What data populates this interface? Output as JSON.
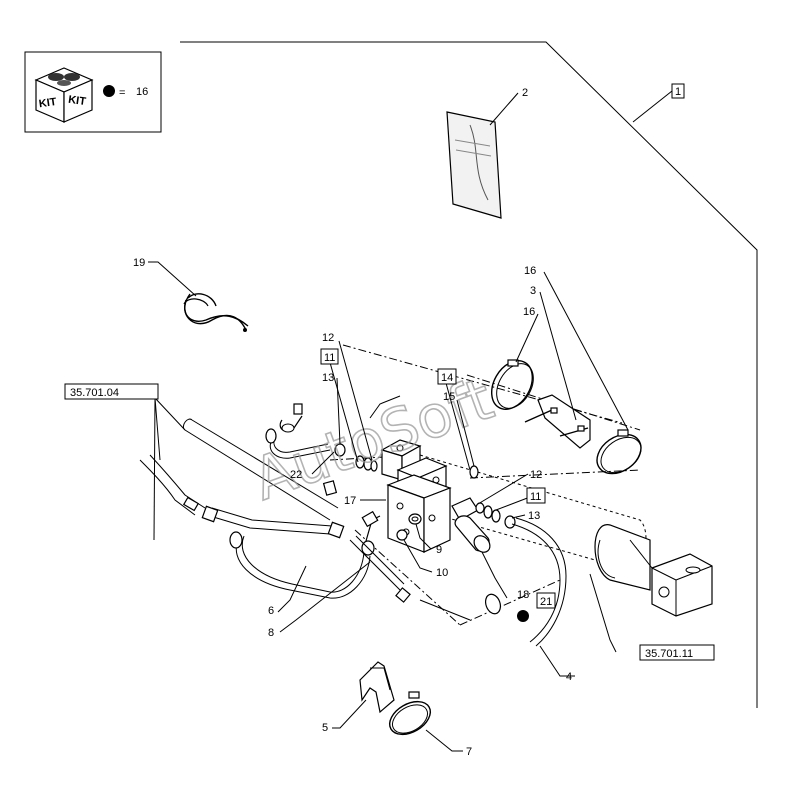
{
  "kit_box": {
    "kit_text": "KIT",
    "equals": "=",
    "count": "16"
  },
  "watermark": "AutoSoft",
  "refs": {
    "r1": "1",
    "r2": "2",
    "r3": "3",
    "r4": "4",
    "r5": "5",
    "r6": "6",
    "r7": "7",
    "r8": "8",
    "r9": "9",
    "r10": "10",
    "r11a": "11",
    "r11b": "11",
    "r12a": "12",
    "r12b": "12",
    "r13a": "13",
    "r13b": "13",
    "r14": "14",
    "r15": "15",
    "r16a": "16",
    "r16b": "16",
    "r17": "17",
    "r18": "18",
    "r19": "19",
    "r21": "21",
    "r22": "22",
    "ref_left": "35.701.04",
    "ref_right": "35.701.11"
  }
}
